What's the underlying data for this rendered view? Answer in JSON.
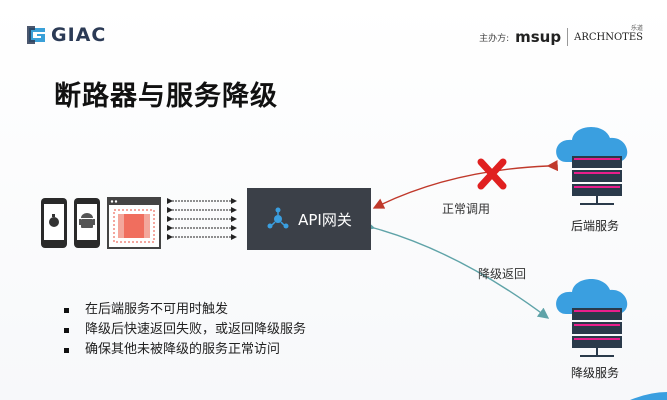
{
  "header": {
    "logo_text": "GIAC",
    "sponsor_label": "主办方:",
    "sponsor_msup": "msup",
    "sponsor_archnotes": "ARCHNOTES",
    "sponsor_archnotes_sub": "乐道"
  },
  "slide": {
    "title": "断路器与服务降级"
  },
  "diagram": {
    "gateway_label": "API网关",
    "arrow_normal_label": "正常调用",
    "arrow_fallback_label": "降级返回",
    "backend_label": "后端服务",
    "fallback_label": "降级服务"
  },
  "bullets": [
    "在后端服务不可用时触发",
    "降级后快速返回失败，或返回降级服务",
    "确保其他未被降级的服务正常访问"
  ],
  "colors": {
    "accent_blue": "#3a9fe0",
    "gateway_bg": "#3b4048",
    "red_x": "#e02020",
    "server_pink": "#e91e8c",
    "arrow_red": "#c0392b",
    "arrow_teal": "#5fa3a8"
  }
}
